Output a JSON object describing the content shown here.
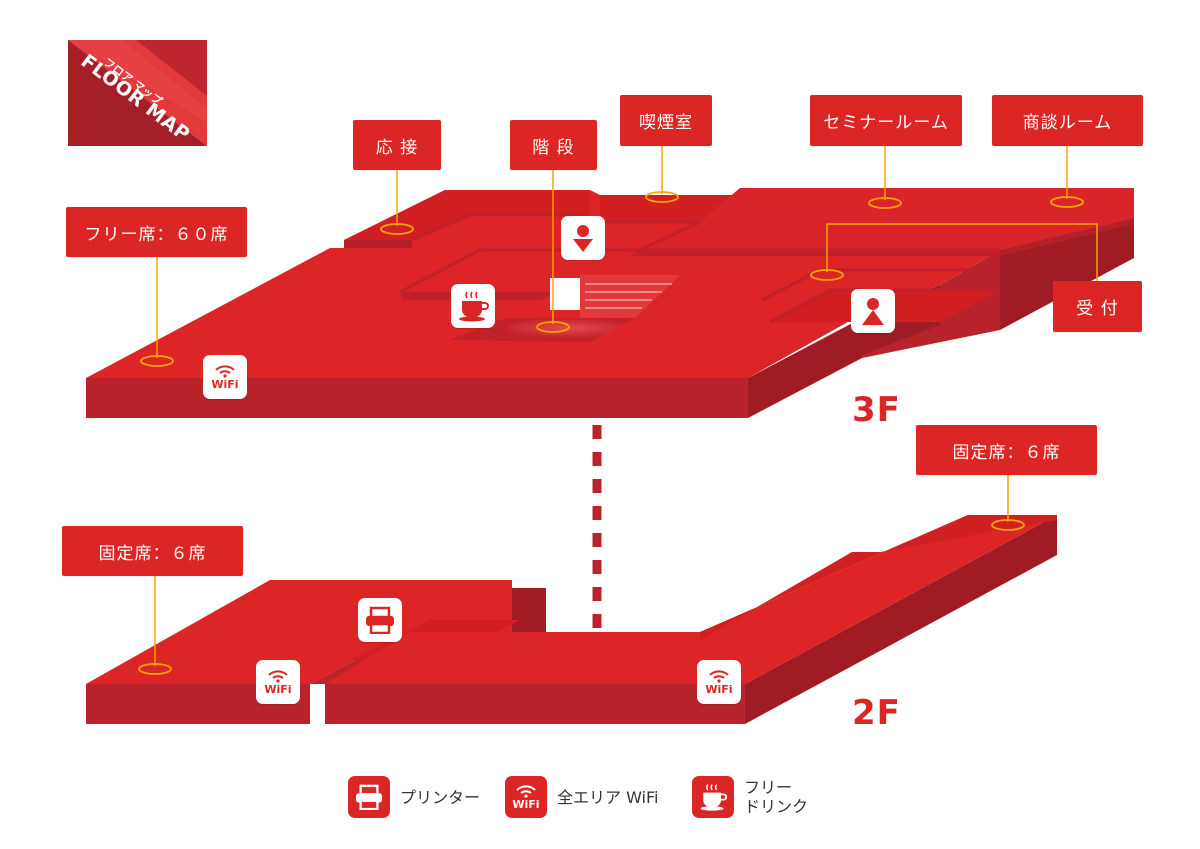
{
  "colors": {
    "floor_top": "#dd2527",
    "floor_side": "#b5232c",
    "room_top": "#d42124",
    "label_bg": "#dc2626",
    "marker": "#f7a600"
  },
  "header": {
    "ribbon_small": "フロア マップ",
    "ribbon_large": "FLOOR MAP"
  },
  "floors": {
    "f3": "3F",
    "f2": "2F"
  },
  "labels3f": {
    "free_seats": "フリー席：６０席",
    "reception_room": "応 接",
    "stairs": "階 段",
    "smoking_room": "喫煙室",
    "seminar_room": "セミナールーム",
    "meeting_room": "商談ルーム",
    "reception": "受 付"
  },
  "labels2f": {
    "fixed_left": "固定席：６席",
    "fixed_right": "固定席：６席"
  },
  "icons": {
    "wifi_text": "WiFi"
  },
  "legend": {
    "printer": "プリンター",
    "wifi": "全エリア WiFi",
    "drink_line1": "フリー",
    "drink_line2": "ドリンク"
  }
}
